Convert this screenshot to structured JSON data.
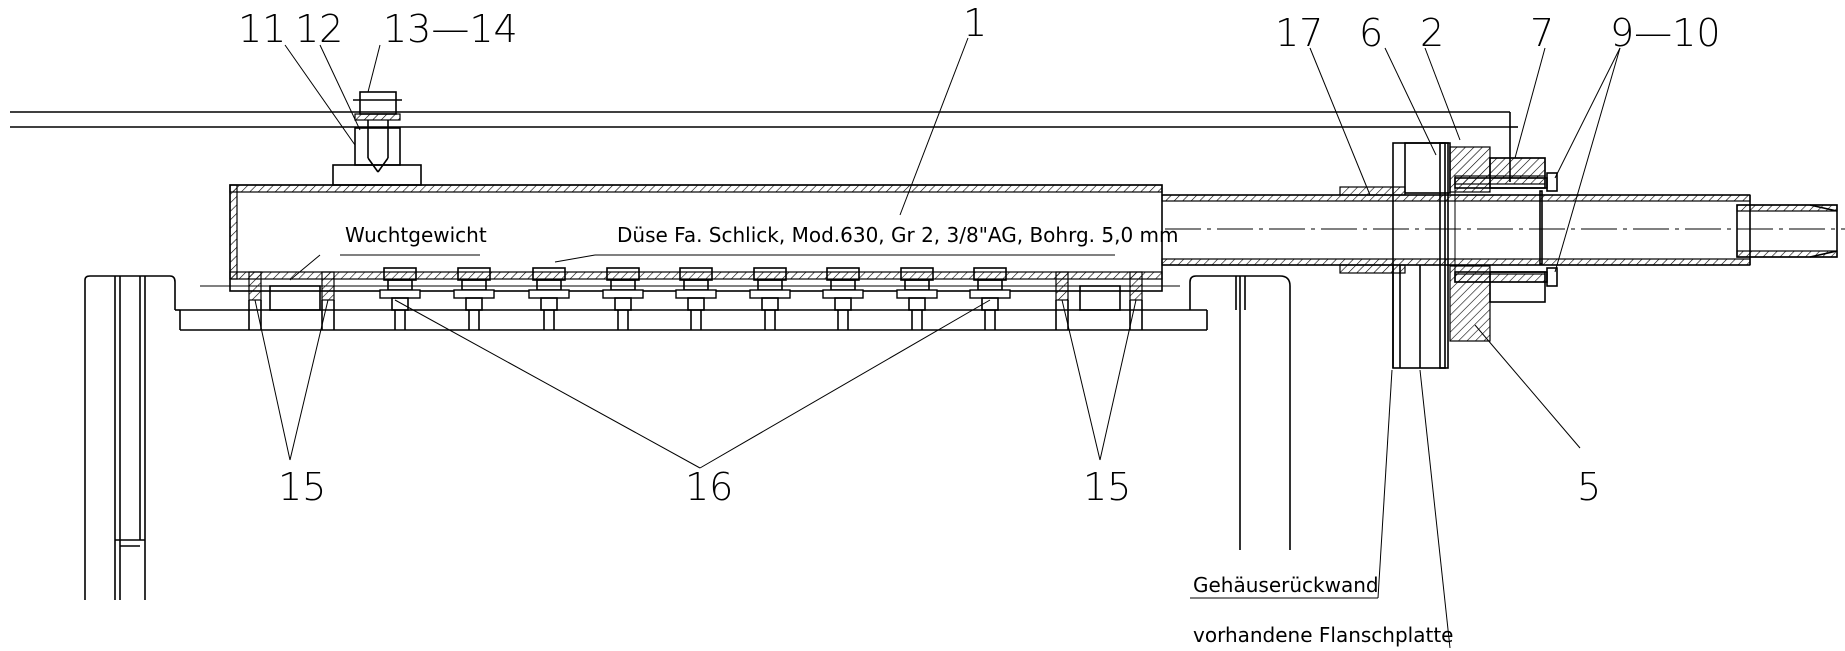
{
  "labels": {
    "n1": "1",
    "n2": "2",
    "n5": "5",
    "n6": "6",
    "n7": "7",
    "n9_10": "9—10",
    "n11": "11",
    "n12": "12",
    "n13_14": "13—14",
    "n15_left": "15",
    "n15_right": "15",
    "n16": "16",
    "n17": "17"
  },
  "annotations": {
    "weight": "Wuchtgewicht",
    "nozzle": "Düse Fa. Schlick, Mod.630, Gr 2, 3/8\"AG, Bohrg. 5,0 mm",
    "housing_wall": "Gehäuserückwand",
    "flange_plate": "vorhandene Flanschplatte"
  }
}
